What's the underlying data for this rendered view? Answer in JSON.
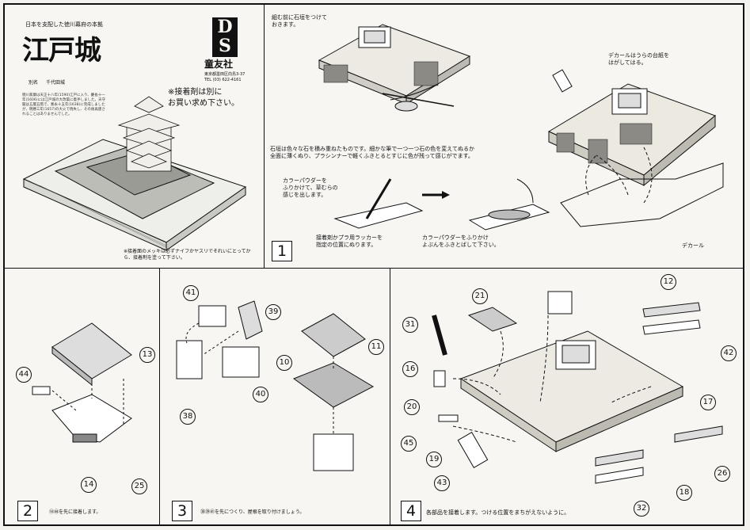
{
  "header": {
    "subtitle": "日本を支配した徳川幕府の本拠",
    "title": "江戸城",
    "alias_label": "別名",
    "alias": "千代田城",
    "brand_name": "童友社",
    "brand_address": "東京都墨田区向島3-37",
    "brand_tel": "TEL (03) 622-4161",
    "adhesive_notice": "※接着剤は別に\nお買い求め下さい。",
    "intro_text": "徳川家康は天正十八年(1590)江戸に入り、慶長十一年(1606)には江戸城の大改築に着手しました。天守閣は五層五階で、寛永十五年(1638)に完成しましたが、明暦三年(1657)の大火で焼失し、その後再建されることはありませんでした。",
    "plating_note": "※接着面のメッキは必ずナイフかヤスリでそれいにとってから、接着剤を塗って下さい。"
  },
  "step1": {
    "number": "1",
    "note_paint_before": "組む前に石垣をつけて\nおきます。",
    "note_stone": "石垣は色々な石を積み重ねたものです。細かな筆で一つ一つ石の色を変えてぬるか\n全面に薄くぬり、プラシンナーで軽くふきとるとすじに色が残って感じがでます。",
    "note_decal_peel": "デカールはうらの台紙を\nはがしてはる。",
    "note_powder": "カラーパウダーを\nふりかけて、草むらの\n感じを出します。",
    "note_glue": "接着剤かプラ用ラッカーを\n指定の位置にぬります。",
    "note_powder2": "カラーパウダーをふりかけ\nよぶんをふきとばして下さい。",
    "decal_label": "デカール"
  },
  "step2": {
    "number": "2",
    "parts": [
      "13",
      "44",
      "14",
      "25"
    ],
    "instruction": "⑭㊹を先に接着します。"
  },
  "step3": {
    "number": "3",
    "parts": [
      "41",
      "39",
      "38",
      "40",
      "11",
      "10"
    ],
    "instruction": "㊳㊴㊶を先につくり、屋根を取り付けましょう。"
  },
  "step4": {
    "number": "4",
    "parts": [
      "21",
      "31",
      "16",
      "20",
      "45",
      "19",
      "43",
      "12",
      "42",
      "17",
      "26",
      "18",
      "32"
    ],
    "instruction": "各部品を接着します。つける位置をまちがえないように。"
  }
}
